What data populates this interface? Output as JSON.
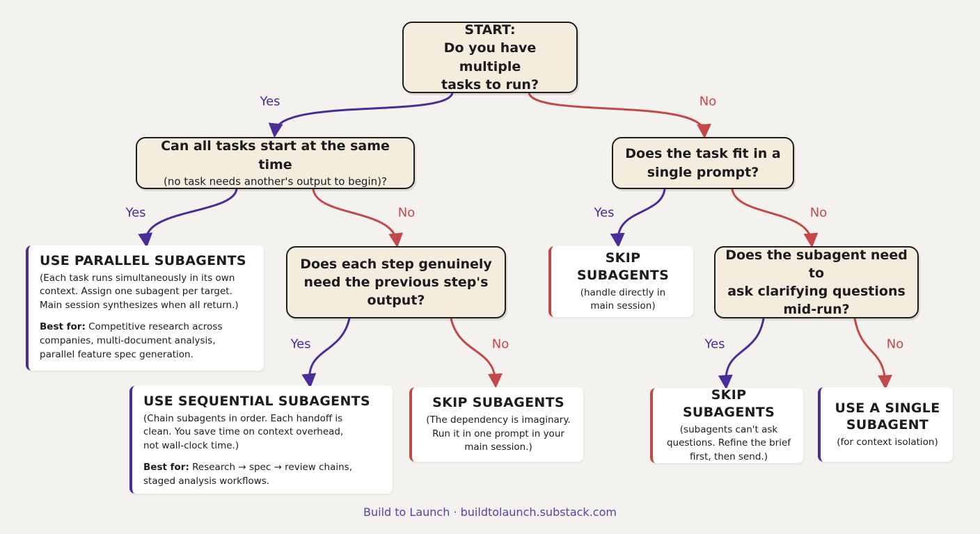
{
  "colors": {
    "yes": "#4a2d9a",
    "no": "#c2484a",
    "decision_fill": "#f4ecdc",
    "background": "#f4f2ee"
  },
  "labels": {
    "yes": "Yes",
    "no": "No"
  },
  "nodes": {
    "start": {
      "lines": [
        "START:",
        "Do you have multiple",
        "tasks to run?"
      ]
    },
    "q_same_time": {
      "lines": [
        "Can all tasks start at the same time"
      ],
      "sub": "(no task needs another's output to begin)?"
    },
    "q_single_prompt": {
      "lines": [
        "Does the task fit in a",
        "single prompt?"
      ]
    },
    "q_previous_step": {
      "lines": [
        "Does each step genuinely",
        "need the previous step's",
        "output?"
      ]
    },
    "q_clarify": {
      "lines": [
        "Does the subagent need to",
        "ask clarifying questions",
        "mid-run?"
      ]
    },
    "r_parallel": {
      "title": "USE PARALLEL SUBAGENTS",
      "desc": [
        "(Each task runs simultaneously in its own",
        "context. Assign one subagent per target.",
        "Main session synthesizes when all return.)"
      ],
      "best_label": "Best for:",
      "best": [
        " Competitive research across",
        "companies, multi-document analysis,",
        "parallel feature spec generation."
      ]
    },
    "r_sequential": {
      "title": "USE SEQUENTIAL SUBAGENTS",
      "desc": [
        "(Chain subagents in order. Each handoff is",
        "clean. You save time on context overhead,",
        "not wall-clock time.)"
      ],
      "best_label": "Best for:",
      "best": [
        " Research → spec → review chains,",
        "staged analysis workflows."
      ]
    },
    "r_skip_direct": {
      "title": "SKIP SUBAGENTS",
      "desc": [
        "(handle directly in",
        "main session)"
      ]
    },
    "r_skip_imaginary": {
      "title": "SKIP SUBAGENTS",
      "desc": [
        "(The dependency is imaginary.",
        "Run it in one prompt in your",
        "main session.)"
      ]
    },
    "r_skip_cant_ask": {
      "title": "SKIP SUBAGENTS",
      "desc": [
        "(subagents can't ask",
        "questions. Refine the brief",
        "first, then send.)"
      ]
    },
    "r_single": {
      "title": [
        "USE A SINGLE",
        "SUBAGENT"
      ],
      "desc": [
        "(for context isolation)"
      ]
    }
  },
  "footer": "Build to Launch · buildtolaunch.substack.com"
}
